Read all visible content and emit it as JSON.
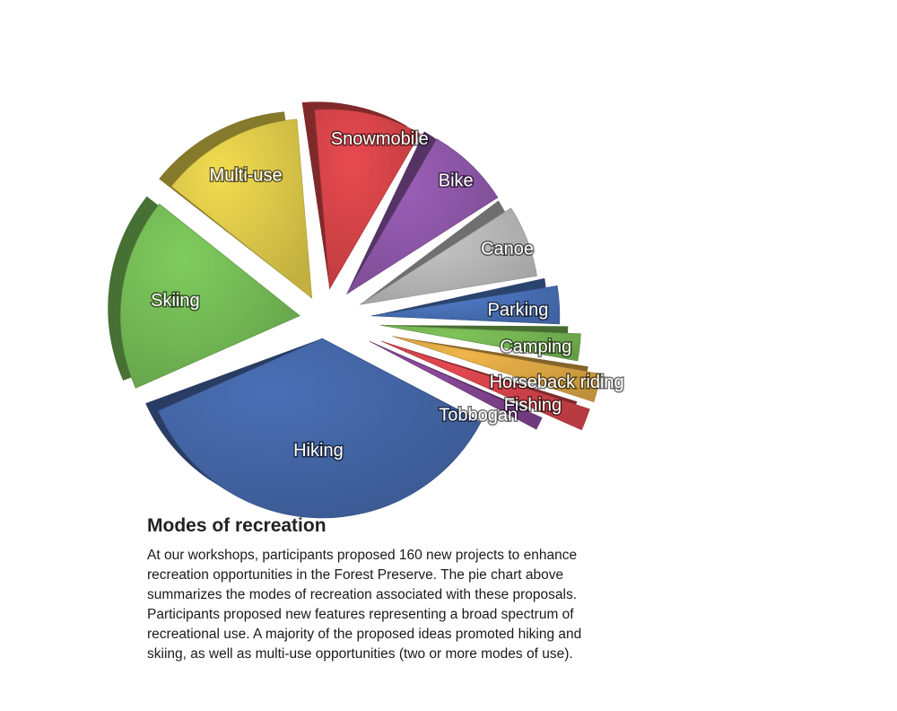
{
  "chart_data": {
    "type": "pie",
    "style": "3d-exploded",
    "categories": [
      "Hiking",
      "Skiing",
      "Multi-use",
      "Snowmobile",
      "Bike",
      "Canoe",
      "Parking",
      "Camping",
      "Horseback riding",
      "Fishing",
      "Tobbogan"
    ],
    "values": [
      33,
      16,
      12,
      9,
      7,
      6,
      3,
      2,
      2,
      1.5,
      1
    ],
    "colors": [
      "#4a6fb5",
      "#7fcc5e",
      "#f2dc50",
      "#e84a4f",
      "#9b5fb8",
      "#c9c9c9",
      "#4f7bc8",
      "#7fc45a",
      "#f0b54a",
      "#e34850",
      "#8c4a9c"
    ],
    "title": "",
    "legend": "none",
    "data_labels": "on-slice"
  },
  "caption": {
    "title": "Modes of recreation",
    "lines": [
      "At our workshops, participants proposed 160 new projects to enhance",
      "recreation opportunities in the Forest Preserve. The pie chart above",
      "summarizes the modes of recreation associated with these proposals.",
      "Participants proposed new features representing a broad spectrum of",
      "recreational use. A majority of the proposed ideas promoted hiking and",
      "skiing, as well as multi-use opportunities (two or more modes of use)."
    ]
  }
}
